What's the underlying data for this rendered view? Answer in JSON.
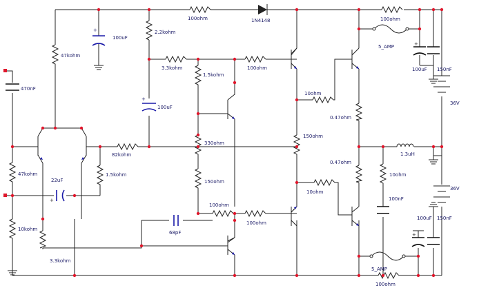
{
  "labels": {
    "r_top_100": "100ohm",
    "d_top": "1N4148",
    "r_47k_top": "47kohm",
    "c_100u_top": "100uF",
    "r_2k2": "2.2kohm",
    "r_3k3_mid": "3.3kohm",
    "r_1k5_mid": "1.5kohm",
    "r_100_mid": "100ohm",
    "c_100u_mid": "100uF",
    "c_470n": "470nF",
    "r_47k_left": "47kohm",
    "c_22u": "22uF",
    "r_82k": "82kohm",
    "r_1k5_left": "1.5kohm",
    "r_330": "330ohm",
    "r_150_mid": "150ohm",
    "r_10k": "10kohm",
    "r_3k3_bot": "3.3kohm",
    "r_100_bot": "100ohm",
    "r_100_bot2": "100ohm",
    "c_68p": "68pF",
    "r_10_top": "10ohm",
    "r_047_top": "0.47ohm",
    "r_150_right": "150ohm",
    "r_047_bot": "0.47ohm",
    "r_10_bot": "10ohm",
    "r_100_topright": "100ohm",
    "fuse_top": "5_AMP",
    "c_100u_right_top": "100uF",
    "c_150n_top": "150nF",
    "v_top": "36V",
    "l_13u": "1.3uH",
    "r_10_right": "10ohm",
    "c_100n": "100nF",
    "v_bot": "36V",
    "c_100u_right_bot": "100uF",
    "c_150n_bot": "150nF",
    "fuse_bot": "5_AMP",
    "r_100_botright": "100ohm"
  }
}
